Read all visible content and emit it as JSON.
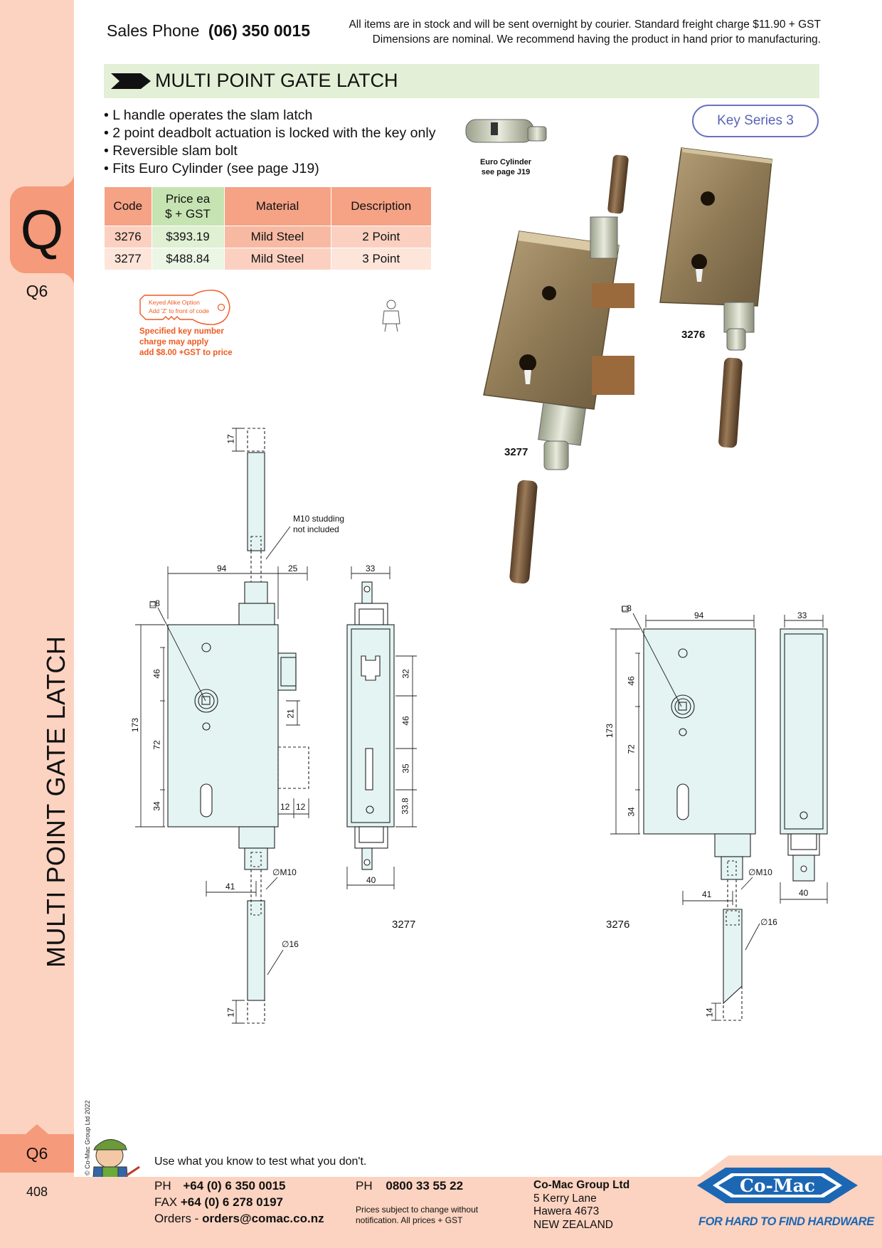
{
  "header": {
    "sales_label": "Sales Phone",
    "sales_phone": "(06) 350 0015",
    "notice_line1": "All items are in stock and will be sent overnight by courier. Standard freight charge $11.90 + GST",
    "notice_line2": "Dimensions are nominal. We recommend having the product in hand prior to manufacturing."
  },
  "sidebar": {
    "tab_letter": "Q",
    "page_code": "Q6",
    "vertical_title": "MULTI POINT GATE LATCH",
    "page_code_bottom": "Q6",
    "copyright": "© Co-Mac Group Ltd 2022",
    "page_number": "408"
  },
  "product": {
    "title": "MULTI POINT GATE LATCH",
    "bullets": [
      "• L handle operates the slam latch",
      "• 2 point deadbolt actuation is locked with the key only",
      "• Reversible slam bolt",
      "• Fits Euro Cylinder (see page J19)"
    ],
    "key_series": "Key Series 3",
    "euro_caption_1": "Euro Cylinder",
    "euro_caption_2": "see page J19"
  },
  "table": {
    "headers": [
      "Code",
      "Price ea",
      "$ + GST",
      "Material",
      "Description"
    ],
    "rows": [
      {
        "code": "3276",
        "price": "$393.19",
        "material": "Mild Steel",
        "description": "2 Point"
      },
      {
        "code": "3277",
        "price": "$488.84",
        "material": "Mild Steel",
        "description": "3 Point"
      }
    ]
  },
  "keyed_alike": {
    "badge_line1": "Keyed Alike Option",
    "badge_line2": "Add 'Z' to front of code",
    "note_line1": "Specified key number",
    "note_line2": "charge may apply",
    "note_line3": "add $8.00 +GST to price"
  },
  "photo_labels": {
    "p3276": "3276",
    "p3277": "3277"
  },
  "drawing_3277": {
    "caption": "3277",
    "dims": {
      "top17": "17",
      "w94": "94",
      "w25": "25",
      "w33": "33",
      "sq8": "□8",
      "h173": "173",
      "h46": "46",
      "h72": "72",
      "h34": "34",
      "h21": "21",
      "w12a": "12",
      "w12b": "12",
      "s32": "32",
      "s46": "46",
      "s35": "35",
      "s338": "33.8",
      "w40": "40",
      "w41": "41",
      "m10": "∅M10",
      "d16": "∅16",
      "bot17": "17"
    },
    "studding_1": "M10 studding",
    "studding_2": "not included"
  },
  "drawing_3276": {
    "caption": "3276",
    "dims": {
      "sq8": "□8",
      "w94": "94",
      "w33": "33",
      "h173": "173",
      "h46": "46",
      "h72": "72",
      "h34": "34",
      "w40": "40",
      "w41": "41",
      "m10": "∅M10",
      "d16": "∅16",
      "h14": "14"
    }
  },
  "footer": {
    "motto": "Use what you know to test what you don't.",
    "ph_label": "PH",
    "ph_value": "+64 (0) 6 350 0015",
    "fax_label": "FAX",
    "fax_value": "+64 (0) 6 278 0197",
    "orders_label": "Orders -",
    "orders_value": "orders@comac.co.nz",
    "ph2_label": "PH",
    "ph2_value": "0800 33 55 22",
    "prices_note_1": "Prices subject to change without",
    "prices_note_2": "notification. All prices + GST",
    "company": "Co-Mac Group Ltd",
    "address_1": "5 Kerry Lane",
    "address_2": "Hawera 4673",
    "address_3": "NEW ZEALAND",
    "logo_text": "Co-Mac",
    "tagline": "FOR HARD TO FIND HARDWARE"
  },
  "colors": {
    "sidebar": "#fcd3c0",
    "tab": "#f59a7a",
    "banner": "#e3efd6",
    "key_series": "#6a72c0",
    "drawing_fill": "#e3f4f2",
    "brand_blue": "#1c67b4",
    "accent_orange": "#ee5a20"
  }
}
